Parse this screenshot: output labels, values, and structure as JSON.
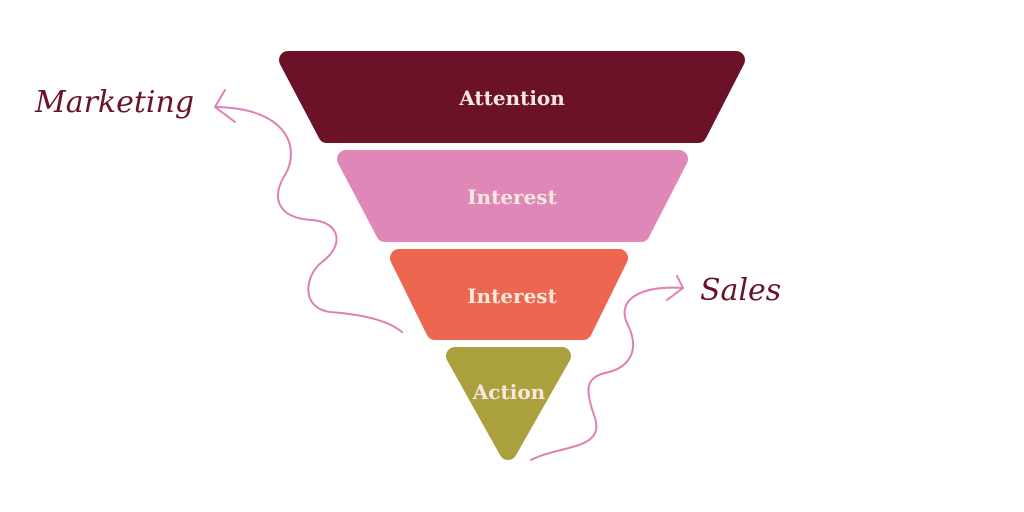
{
  "funnel": {
    "stages": [
      {
        "label": "Attention",
        "color": "#6b1229"
      },
      {
        "label": "Interest",
        "color": "#df87b6"
      },
      {
        "label": "Interest",
        "color": "#ec6650"
      },
      {
        "label": "Action",
        "color": "#aba03e"
      }
    ]
  },
  "annotations": {
    "marketing": "Marketing",
    "sales": "Sales",
    "text_color": "#6b1229",
    "arrow_color": "#e07fb4"
  }
}
